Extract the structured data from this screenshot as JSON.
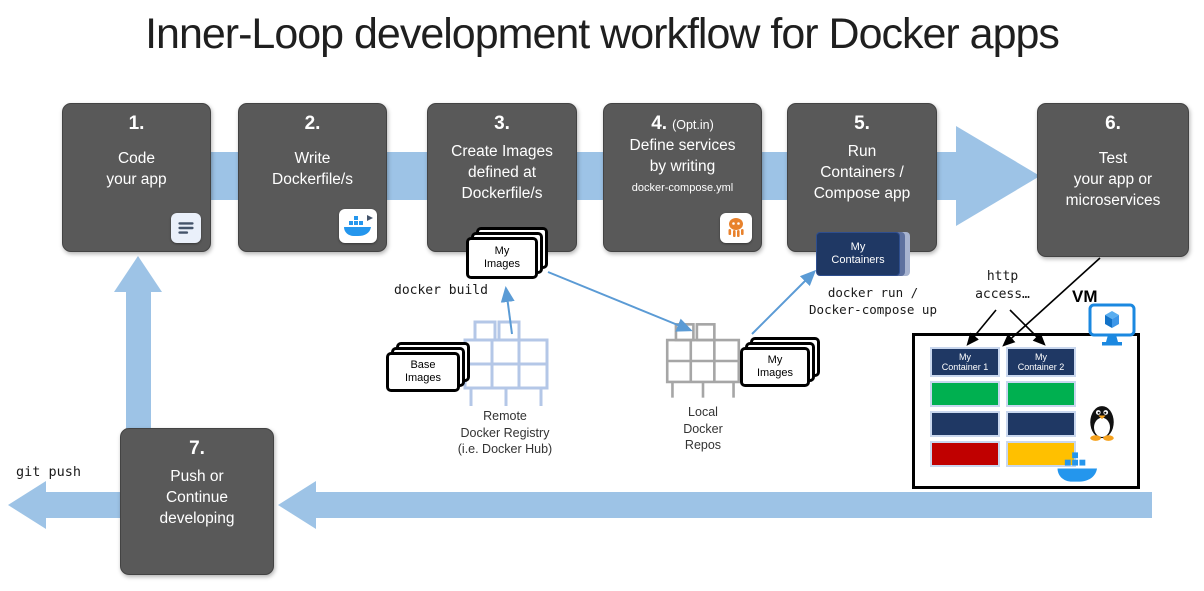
{
  "title": "Inner-Loop development workflow for Docker apps",
  "steps": {
    "s1": {
      "num": "1.",
      "l1": "Code",
      "l2": "your app"
    },
    "s2": {
      "num": "2.",
      "l1": "Write",
      "l2": "Dockerfile/s"
    },
    "s3": {
      "num": "3.",
      "l1": "Create Images",
      "l2": "defined at",
      "l3": "Dockerfile/s"
    },
    "s4": {
      "num": "4.",
      "opt": "(Opt.in)",
      "l1": "Define services",
      "l2": "by writing",
      "l3": "docker-compose.yml"
    },
    "s5": {
      "num": "5.",
      "l1": "Run",
      "l2": "Containers /",
      "l3": "Compose app"
    },
    "s6": {
      "num": "6.",
      "l1": "Test",
      "l2": "your app or",
      "l3": "microservices"
    },
    "s7": {
      "num": "7.",
      "l1": "Push or",
      "l2": "Continue",
      "l3": "developing"
    }
  },
  "annotations": {
    "docker_build": "docker build",
    "docker_run_l1": "docker run /",
    "docker_run_l2": "Docker-compose up",
    "http_l1": "http",
    "http_l2": "access…",
    "git_push": "git push"
  },
  "artifacts": {
    "my_images_top": {
      "l1": "My",
      "l2": "Images"
    },
    "base_images": {
      "l1": "Base",
      "l2": "Images"
    },
    "my_images_local": {
      "l1": "My",
      "l2": "Images"
    },
    "my_containers": {
      "l1": "My",
      "l2": "Containers"
    }
  },
  "registries": {
    "remote": {
      "l1": "Remote",
      "l2": "Docker Registry",
      "l3": "(i.e. Docker Hub)"
    },
    "local": {
      "l1": "Local",
      "l2": "Docker",
      "l3": "Repos"
    }
  },
  "vm": {
    "label": "VM",
    "col1": {
      "h1": "My",
      "h2": "Container 1"
    },
    "col2": {
      "h1": "My",
      "h2": "Container 2"
    }
  },
  "icons": {
    "step1": "document-list-icon",
    "step2": "docker-whale-icon",
    "step4": "docker-compose-icon",
    "vm": "monitor-cube-icon",
    "os_linux": "linux-tux-icon",
    "os_docker": "docker-whale-icon"
  },
  "colors": {
    "flow_band": "#9DC3E6",
    "step_box": "#595959",
    "navy": "#1F3864",
    "green": "#00B050",
    "red": "#C00000",
    "yellow": "#FFC000",
    "docker_blue": "#2496ED",
    "thin_arrow_blue": "#5B9BD5",
    "registry_outline": "#B4C7E7",
    "local_repo_outline": "#A6A6A6"
  }
}
